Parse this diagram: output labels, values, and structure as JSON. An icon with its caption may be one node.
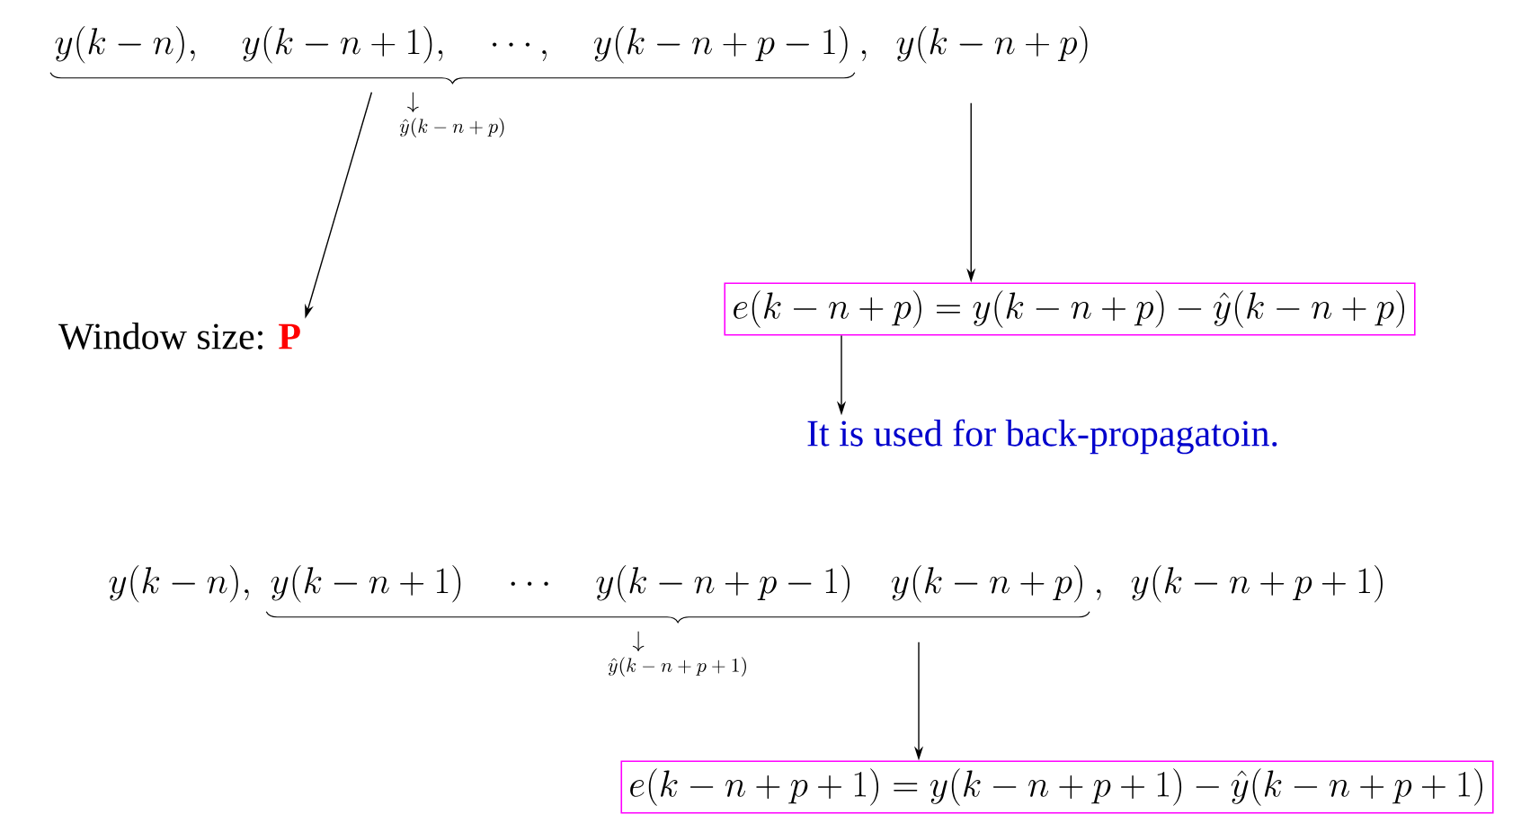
{
  "diagram": {
    "nodes": [
      {
        "text": [
          "y(k-n),\\quad y(k-n+1),\\quad \\cdots,\\quad y(k-n+p-1)"
        ],
        "beside": [
          "\\hat{y}(k-n+p)"
        ]
      },
      {
        "text": [
          ",\\;\\; y(k-n+p)"
        ]
      },
      {
        "text": [
          "Window size:",
          "P"
        ]
      },
      {
        "text": [
          "e(k-n+p) = y(k-n+p) - \\hat{y}(k-n+p)"
        ]
      },
      {
        "text": [
          "It is used for back-propagatoin."
        ]
      },
      {
        "text": [
          "y(k-n),"
        ]
      },
      {
        "text": [
          "y(k-n+1)\\quad \\cdots\\quad y(k-n+p-1)\\quad y(k-n+p)"
        ],
        "beside": [
          "\\hat{y}(k-n+p+1)"
        ]
      },
      {
        "text": [
          ",\\;\\; y(k-n+p+1)"
        ]
      },
      {
        "text": [
          "e(k-n+p+1) = y(k-n+p+1) - \\hat{y}(k-n+p+1)"
        ]
      }
    ],
    "edges": [
      {
        "from": 0,
        "to": 2,
        "arrow": "to"
      },
      {
        "from": 1,
        "to": 3,
        "arrow": "to"
      },
      {
        "from": 3,
        "to": 4,
        "arrow": "to"
      },
      {
        "from": 6,
        "to": 8,
        "arrow": "to"
      }
    ]
  }
}
